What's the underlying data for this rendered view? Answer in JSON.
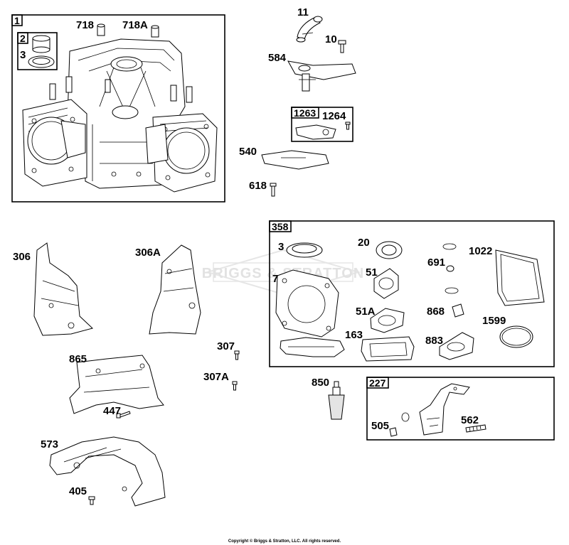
{
  "watermark": "BRIGGS & STRATTON",
  "copyright": "Copyright © Briggs & Stratton, LLC. All rights reserved.",
  "groups": {
    "g1": "1",
    "g2": "2",
    "g358": "358",
    "g1263": "1263",
    "g227": "227"
  },
  "labels": {
    "p3a": "3",
    "p718": "718",
    "p718a": "718A",
    "p11": "11",
    "p10": "10",
    "p584": "584",
    "p1264": "1264",
    "p540": "540",
    "p618": "618",
    "p306": "306",
    "p306a": "306A",
    "p307": "307",
    "p307a": "307A",
    "p865": "865",
    "p447": "447",
    "p573": "573",
    "p405": "405",
    "p3b": "3",
    "p20": "20",
    "p691": "691",
    "p1022": "1022",
    "p7": "7",
    "p51": "51",
    "p51a": "51A",
    "p868": "868",
    "p1599": "1599",
    "p163": "163",
    "p883": "883",
    "p850": "850",
    "p505": "505",
    "p562": "562"
  }
}
